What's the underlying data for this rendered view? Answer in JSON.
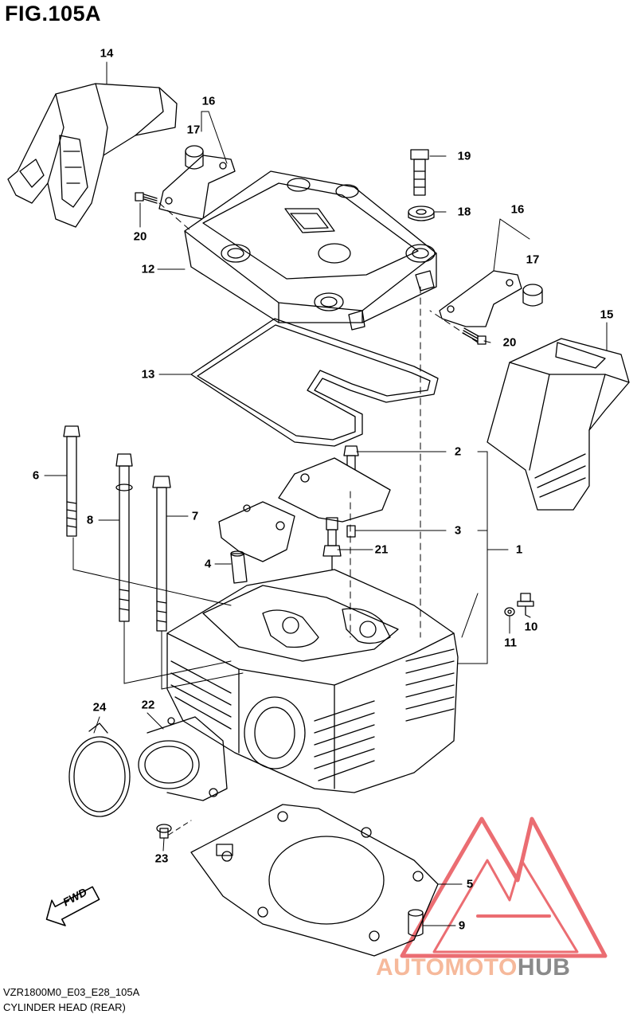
{
  "figure": {
    "title": "FIG.105A",
    "model_code": "VZR1800M0_E03_E28_105A",
    "caption": "CYLINDER HEAD (REAR)"
  },
  "direction_badge": "FWD",
  "watermark": {
    "part1": "AUTOMOTO",
    "part2": "HUB",
    "color_light": "#f6b99b",
    "color_dark": "#8a8a8a",
    "logo_color": "#e8545a"
  },
  "callouts": {
    "c1": "1",
    "c2": "2",
    "c3": "3",
    "c4": "4",
    "c5": "5",
    "c6": "6",
    "c7": "7",
    "c8": "8",
    "c9": "9",
    "c10": "10",
    "c11": "11",
    "c12": "12",
    "c13": "13",
    "c14": "14",
    "c15": "15",
    "c16a": "16",
    "c16b": "16",
    "c17a": "17",
    "c17b": "17",
    "c18": "18",
    "c19": "19",
    "c20a": "20",
    "c20b": "20",
    "c21": "21",
    "c22": "22",
    "c23": "23",
    "c24": "24"
  }
}
